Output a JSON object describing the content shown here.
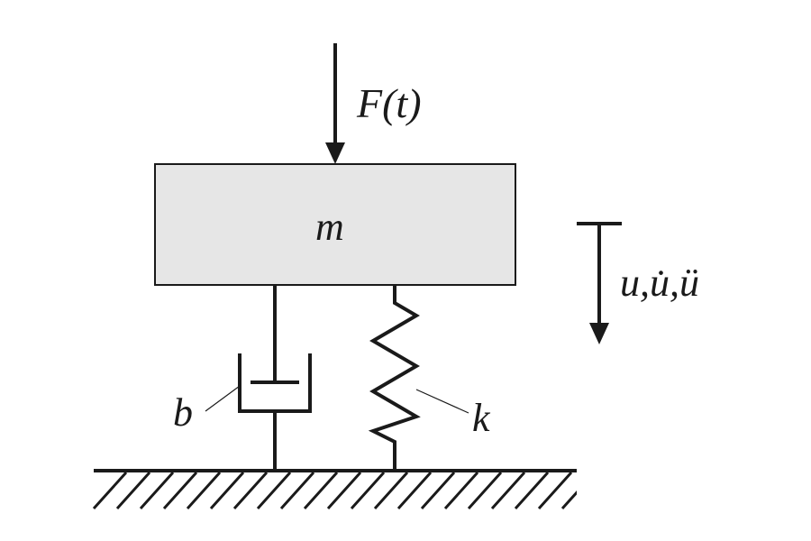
{
  "labels": {
    "force": "F(t)",
    "mass": "m",
    "displacement": "u,u̇,ü",
    "damper": "b",
    "spring": "k"
  },
  "colors": {
    "stroke": "#1a1a1a",
    "mass_fill": "#e6e6e6",
    "background": "#ffffff"
  }
}
